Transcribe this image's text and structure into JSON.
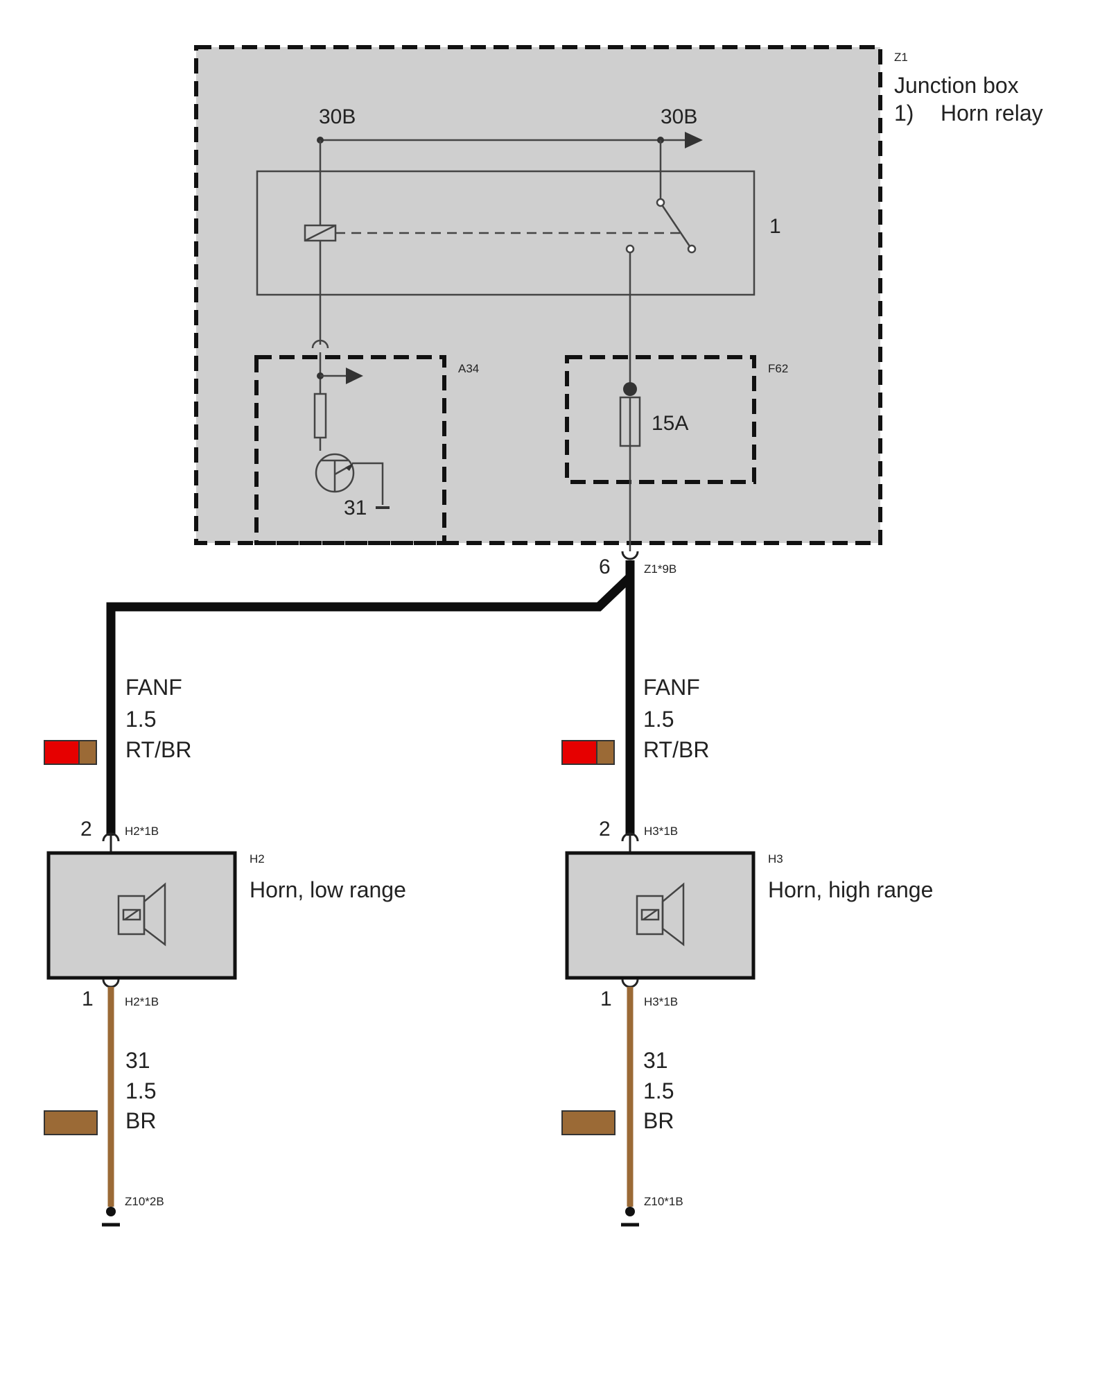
{
  "junction_box": {
    "id": "Z1",
    "title": "Junction box",
    "note_number": "1)",
    "note_text": "Horn relay",
    "terminal_left": "30B",
    "terminal_right": "30B",
    "relay_label": "1"
  },
  "control_module": {
    "id": "A34",
    "ground_label": "31"
  },
  "fuse": {
    "id": "F62",
    "rating": "15A"
  },
  "connector_z1": {
    "pin": "6",
    "id": "Z1*9B"
  },
  "wires": {
    "supply_left": {
      "signal": "FANF",
      "size": "1.5",
      "color_code": "RT/BR"
    },
    "supply_right": {
      "signal": "FANF",
      "size": "1.5",
      "color_code": "RT/BR"
    },
    "ground_left": {
      "signal": "31",
      "size": "1.5",
      "color_code": "BR"
    },
    "ground_right": {
      "signal": "31",
      "size": "1.5",
      "color_code": "BR"
    }
  },
  "horn_low": {
    "id": "H2",
    "name": "Horn, low range",
    "top_pin": "2",
    "top_connector": "H2*1B",
    "bottom_pin": "1",
    "bottom_connector": "H2*1B",
    "ground_point": "Z10*2B"
  },
  "horn_high": {
    "id": "H3",
    "name": "Horn, high range",
    "top_pin": "2",
    "top_connector": "H3*1B",
    "bottom_pin": "1",
    "bottom_connector": "H3*1B",
    "ground_point": "Z10*1B"
  },
  "colors": {
    "box_fill": "#cfcfcf",
    "wire_black": "#0d0d0d",
    "wire_brown": "#9b6a36",
    "swatch_red": "#e60000",
    "swatch_brown": "#9b6a36"
  }
}
